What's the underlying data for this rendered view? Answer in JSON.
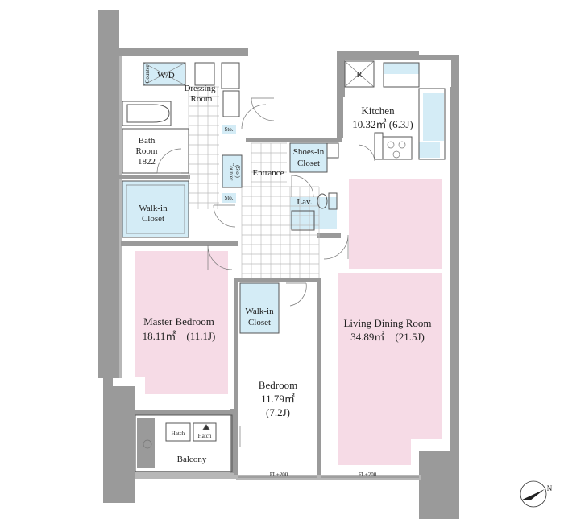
{
  "rooms": {
    "wd": "W/D",
    "counter_small": "Counter",
    "dressing_line1": "Dressing",
    "dressing_line2": "Room",
    "sto_upper": "Sto.",
    "sto_lower": "Sto.",
    "bath_line1": "Bath",
    "bath_line2": "Room",
    "bath_line3": "1822",
    "walkin_master_line1": "Walk-in",
    "walkin_master_line2": "Closet",
    "counter_entrance_line1": "Counter",
    "counter_entrance_line2": "(Sto.)",
    "entrance": "Entrance",
    "shoes_line1": "Shoes-in",
    "shoes_line2": "Closet",
    "lav": "Lav.",
    "refrigerator": "R",
    "kitchen_line1": "Kitchen",
    "kitchen_line2": "10.32㎡ (6.3J)",
    "master_line1": "Master Bedroom",
    "master_line2": "18.11㎡　(11.1J)",
    "walkin_bed_line1": "Walk-in",
    "walkin_bed_line2": "Closet",
    "bedroom_line1": "Bedroom",
    "bedroom_line2": "11.79㎡",
    "bedroom_line3": "(7.2J)",
    "living_line1": "Living Dining Room",
    "living_line2": "34.89㎡　(21.5J)",
    "hatch_left": "Hatch",
    "hatch_right": "Hatch",
    "balcony": "Balcony",
    "fl_left": "FL+200",
    "fl_right": "FL+200"
  },
  "compass": {
    "north_label": "N"
  },
  "colors": {
    "room_pink": "#f6dbe6",
    "closet_blue": "#d4ecf6",
    "wall_gray": "#9a9a9a"
  }
}
